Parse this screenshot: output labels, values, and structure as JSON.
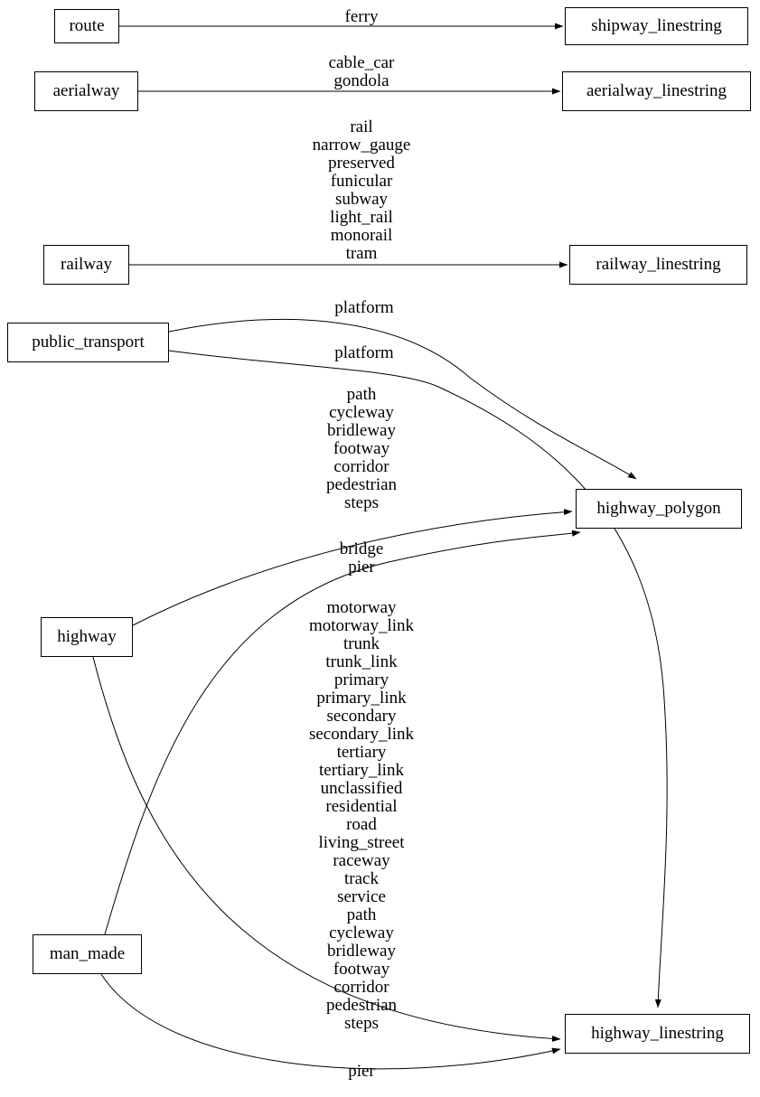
{
  "diagram_type": "directed-graph-mapping",
  "colors": {
    "background": "#ffffff",
    "node_border": "#000000",
    "edge_stroke": "#000000",
    "text": "#000000"
  },
  "nodes": {
    "route": {
      "label": "route"
    },
    "aerialway": {
      "label": "aerialway"
    },
    "railway": {
      "label": "railway"
    },
    "public_transport": {
      "label": "public_transport"
    },
    "highway": {
      "label": "highway"
    },
    "man_made": {
      "label": "man_made"
    },
    "shipway_linestring": {
      "label": "shipway_linestring"
    },
    "aerialway_linestring": {
      "label": "aerialway_linestring"
    },
    "railway_linestring": {
      "label": "railway_linestring"
    },
    "highway_polygon": {
      "label": "highway_polygon"
    },
    "highway_linestring": {
      "label": "highway_linestring"
    }
  },
  "edges": {
    "route_to_shipway_linestring": {
      "from": "route",
      "to": "shipway_linestring",
      "label": "ferry"
    },
    "aerialway_to_aerialway_linestring": {
      "from": "aerialway",
      "to": "aerialway_linestring",
      "label": "cable_car\ngondola"
    },
    "railway_to_railway_linestring": {
      "from": "railway",
      "to": "railway_linestring",
      "label": "rail\nnarrow_gauge\npreserved\nfunicular\nsubway\nlight_rail\nmonorail\ntram"
    },
    "public_transport_to_highway_polygon": {
      "from": "public_transport",
      "to": "highway_polygon",
      "label": "platform"
    },
    "public_transport_to_highway_linestring": {
      "from": "public_transport",
      "to": "highway_linestring",
      "label": "platform"
    },
    "highway_to_highway_polygon": {
      "from": "highway",
      "to": "highway_polygon",
      "label": "path\ncycleway\nbridleway\nfootway\ncorridor\npedestrian\nsteps"
    },
    "highway_to_highway_linestring": {
      "from": "highway",
      "to": "highway_linestring",
      "label": "motorway\nmotorway_link\ntrunk\ntrunk_link\nprimary\nprimary_link\nsecondary\nsecondary_link\ntertiary\ntertiary_link\nunclassified\nresidential\nroad\nliving_street\nraceway\ntrack\nservice\npath\ncycleway\nbridleway\nfootway\ncorridor\npedestrian\nsteps"
    },
    "man_made_to_highway_polygon": {
      "from": "man_made",
      "to": "highway_polygon",
      "label": "bridge\npier"
    },
    "man_made_to_highway_linestring": {
      "from": "man_made",
      "to": "highway_linestring",
      "label": "pier"
    }
  }
}
